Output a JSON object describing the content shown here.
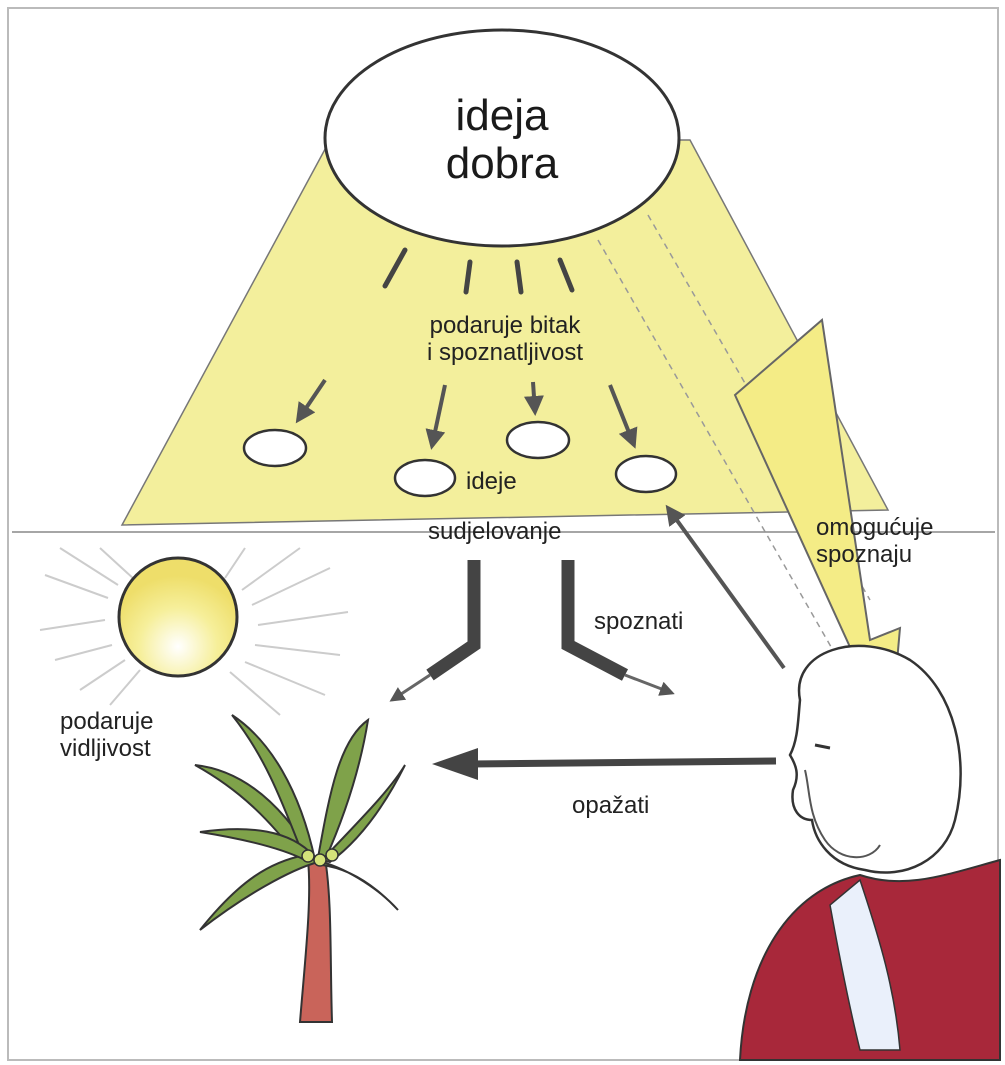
{
  "labels": {
    "idea_good": "ideja\ndobra",
    "gives_being": "podaruje bitak\ni spoznatljivost",
    "ideas": "ideje",
    "participation": "sudjelovanje",
    "enables_knowledge": "omogućuje\nspoznaju",
    "to_know": "spoznati",
    "gives_visibility": "podaruje\nvidljivost",
    "to_perceive": "opažati"
  },
  "colors": {
    "light_beam": "#f3ef9c",
    "sun_yellow": "#f4e97a",
    "robe_red": "#a8283a",
    "palm_green": "#6a8f3c",
    "trunk": "#c9645a",
    "arrow": "#555555"
  }
}
